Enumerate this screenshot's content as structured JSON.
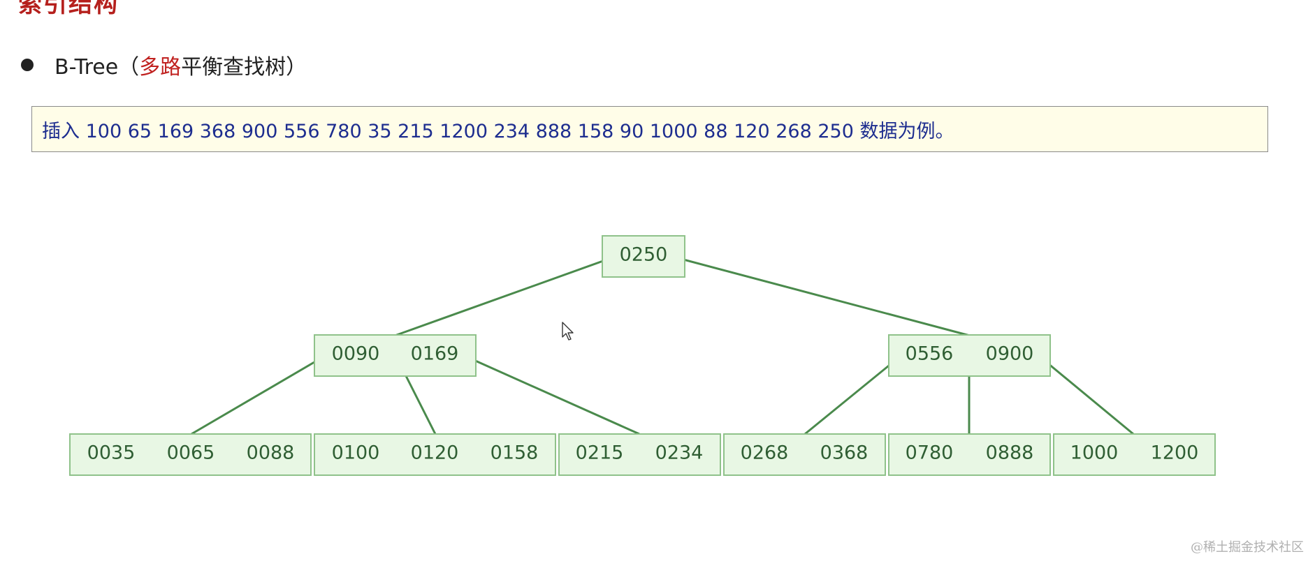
{
  "heading": {
    "title_clipped": "索引结构"
  },
  "bullet": {
    "prefix": "B-Tree（",
    "highlight": "多路",
    "suffix": "平衡查找树）"
  },
  "note": {
    "text": "插入 100 65 169 368 900 556 780 35 215 1200 234 888 158 90 1000 88 120 268 250 数据为例。"
  },
  "tree": {
    "root": [
      "0250"
    ],
    "level1": [
      [
        "0090",
        "0169"
      ],
      [
        "0556",
        "0900"
      ]
    ],
    "leaves": [
      [
        "0035",
        "0065",
        "0088"
      ],
      [
        "0100",
        "0120",
        "0158"
      ],
      [
        "0215",
        "0234"
      ],
      [
        "0268",
        "0368"
      ],
      [
        "0780",
        "0888"
      ],
      [
        "1000",
        "1200"
      ]
    ]
  },
  "watermark": "@稀土掘金技术社区",
  "colors": {
    "node_fill": "#e8f7e4",
    "node_border": "#8fc28a",
    "edge": "#4a8a4c",
    "key_text": "#2f5e33",
    "note_bg": "#fffde8",
    "note_text": "#1d2d8f",
    "highlight": "#c0211f"
  }
}
